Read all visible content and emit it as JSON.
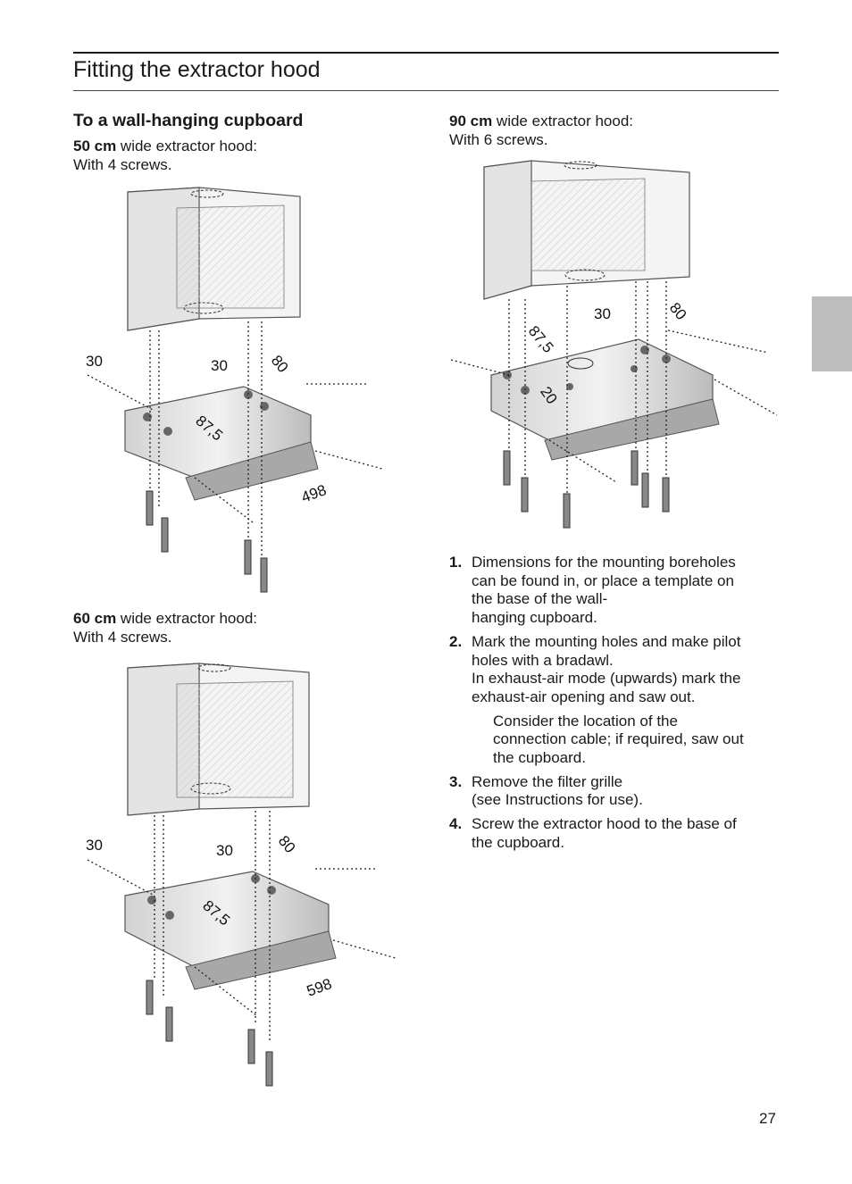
{
  "page": {
    "title": "Fitting the extractor hood",
    "page_number": "27"
  },
  "section": {
    "heading": "To a wall-hanging cupboard"
  },
  "figures": [
    {
      "size": "50 cm",
      "caption_rest": " wide extractor hood:",
      "caption_line2": "With 4 screws.",
      "dims": {
        "left": "30",
        "mid": "30",
        "right": "80",
        "depth": "87,5",
        "width": "498"
      }
    },
    {
      "size": "60 cm",
      "caption_rest": " wide extractor hood:",
      "caption_line2": "With 4 screws.",
      "dims": {
        "left": "30",
        "mid": "30",
        "right": "80",
        "depth": "87,5",
        "width": "598"
      }
    },
    {
      "size": "90 cm",
      "caption_rest": " wide extractor hood:",
      "caption_line2": "With 6 screws.",
      "dims": {
        "left": "30",
        "right": "80",
        "depth": "87,5",
        "front": "20"
      }
    }
  ],
  "steps": [
    {
      "num": "1.",
      "lines": [
        "Dimensions for the mounting boreholes",
        "can be found in, or place a template on",
        "the base of the wall-",
        "hanging cupboard."
      ]
    },
    {
      "num": "2.",
      "lines": [
        "Mark the mounting holes and make pilot",
        "holes with a bradawl.",
        "In exhaust-air mode (upwards) mark the",
        "exhaust-air opening and saw out."
      ]
    },
    {
      "num": "",
      "note": true,
      "lines": [
        "Consider the location of the",
        "connection cable; if required, saw out",
        "the cupboard."
      ]
    },
    {
      "num": "3.",
      "lines": [
        "Remove the filter grille",
        "(see Instructions for use)."
      ]
    },
    {
      "num": "4.",
      "lines": [
        "Screw the extractor hood to the base of",
        "the cupboard."
      ]
    }
  ]
}
